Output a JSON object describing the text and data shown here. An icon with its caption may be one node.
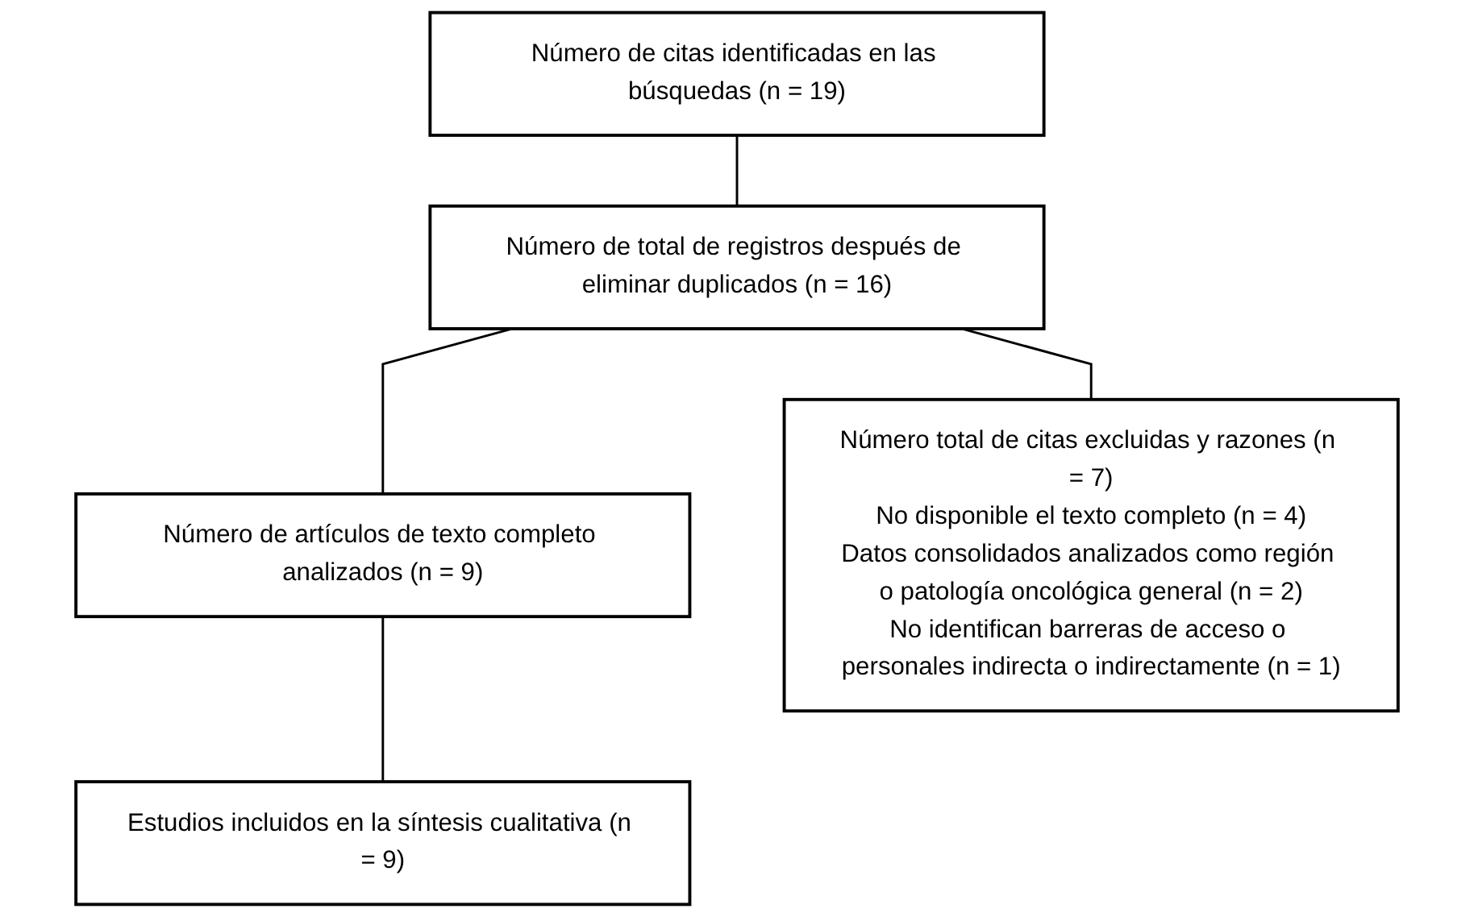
{
  "diagram": {
    "nodes": [
      {
        "text": [
          "Número de citas identificadas en las búsquedas (n = 19)"
        ]
      },
      {
        "text": [
          "Número de total de registros después de eliminar duplicados (n = 16)"
        ]
      },
      {
        "text": [
          "Número de artículos de texto completo analizados (n = 9)"
        ]
      },
      {
        "text": [
          "Estudios incluidos en la síntesis cualitativa (n = 9)"
        ]
      },
      {
        "text": [
          "Número total de citas excluidas y razones (n = 7)",
          "No disponible el texto completo (n = 4)",
          "Datos consolidados analizados como región o patología oncológica general (n = 2)",
          "No identifican barreras de acceso o personales indirecta o indirectamente (n = 1)"
        ]
      }
    ],
    "edges": [
      {
        "from": 0,
        "to": 1,
        "arrow": "none"
      },
      {
        "from": 1,
        "to": 2,
        "arrow": "none"
      },
      {
        "from": 2,
        "to": 3,
        "arrow": "none"
      },
      {
        "from": 1,
        "to": 4,
        "arrow": "none"
      }
    ]
  }
}
